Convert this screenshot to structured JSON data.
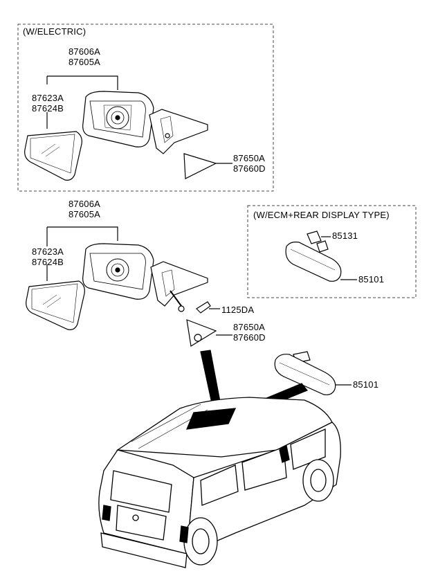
{
  "sections": {
    "electric": {
      "title": "(W/ELECTRIC)"
    },
    "ecm": {
      "title": "(W/ECM+REAR DISPLAY TYPE)"
    }
  },
  "electric_parts": {
    "mirror_assy_a": "87606A",
    "mirror_assy_b": "87605A",
    "glass_a": "87623A",
    "glass_b": "87624B",
    "cover_a": "87650A",
    "cover_b": "87660D"
  },
  "manual_parts": {
    "mirror_assy_a": "87606A",
    "mirror_assy_b": "87605A",
    "glass_a": "87623A",
    "glass_b": "87624B",
    "screw": "1125DA",
    "cover_a": "87650A",
    "cover_b": "87660D"
  },
  "ecm_parts": {
    "cover": "85131",
    "inside_mirror": "85101"
  },
  "inside_mirror_part": "85101"
}
